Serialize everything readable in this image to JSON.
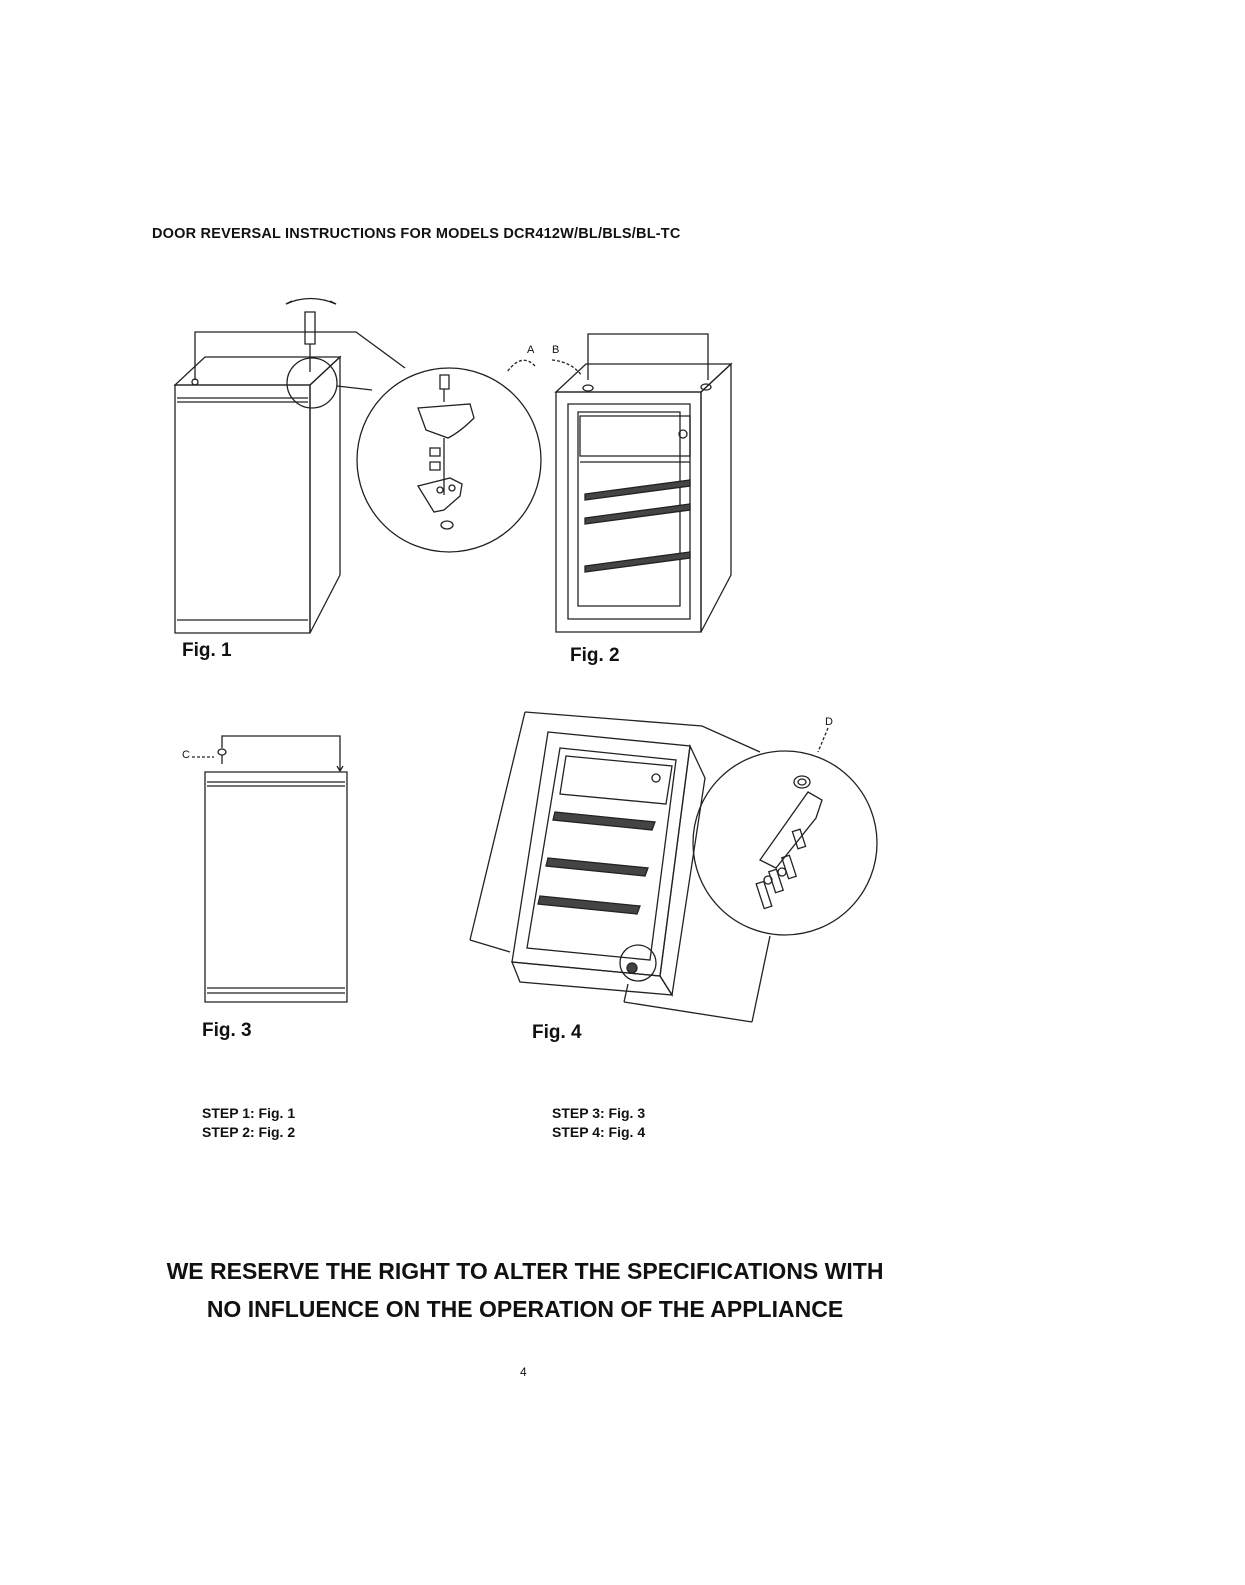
{
  "document": {
    "heading": "DOOR REVERSAL INSTRUCTIONS FOR MODELS DCR412W/BL/BLS/BL-TC",
    "figures": {
      "fig1": {
        "label": "Fig. 1"
      },
      "fig2": {
        "label": "Fig. 2",
        "callouts": {
          "a": "A",
          "b": "B"
        }
      },
      "fig3": {
        "label": "Fig. 3",
        "callouts": {
          "c": "C"
        }
      },
      "fig4": {
        "label": "Fig. 4",
        "callouts": {
          "d": "D"
        }
      }
    },
    "steps": {
      "left": [
        "STEP 1: Fig. 1",
        "STEP 2: Fig. 2"
      ],
      "right": [
        "STEP 3: Fig. 3",
        "STEP 4: Fig. 4"
      ]
    },
    "notice": {
      "line1": "WE RESERVE THE RIGHT TO ALTER THE SPECIFICATIONS WITH",
      "line2": "NO INFLUENCE ON THE OPERATION OF THE APPLIANCE"
    },
    "page_number": "4"
  }
}
